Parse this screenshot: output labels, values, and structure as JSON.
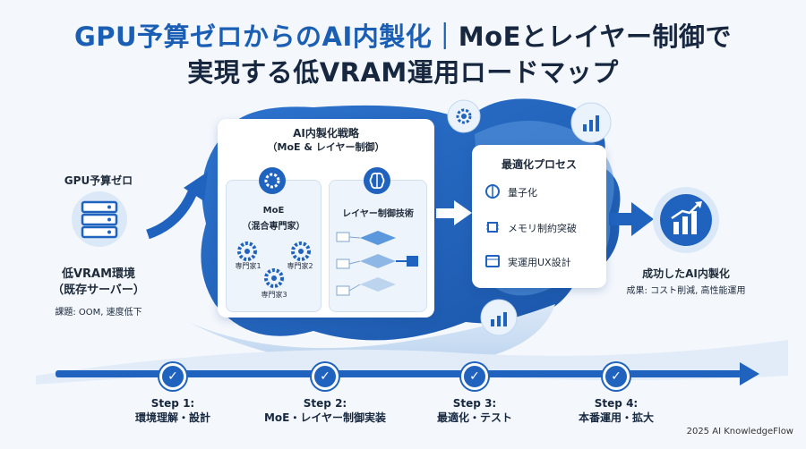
{
  "title": {
    "line1_blue": "GPU予算ゼロからのAI内製化｜",
    "line1_dark": "MoEとレイヤー制御で",
    "line2": "実現する低VRAM運用ロードマップ"
  },
  "left": {
    "heading": "GPU予算ゼロ",
    "env_line1": "低VRAM環境",
    "env_line2": "（既存サーバー）",
    "issue": "課題: OOM, 速度低下"
  },
  "strategy": {
    "title_line1": "AI内製化戦略",
    "title_line2": "（MoE & レイヤー制御）",
    "moe": {
      "title_line1": "MoE",
      "title_line2": "（混合専門家）",
      "expert1": "専門家1",
      "expert2": "専門家2",
      "expert3": "専門家3"
    },
    "layer": {
      "title": "レイヤー制御技術"
    }
  },
  "optimize": {
    "title": "最適化プロセス",
    "items": [
      {
        "label": "量子化"
      },
      {
        "label": "メモリ制約突破"
      },
      {
        "label": "実運用UX設計"
      }
    ]
  },
  "success": {
    "title": "成功したAI内製化",
    "result": "成果: コスト削減, 高性能運用"
  },
  "timeline": {
    "steps": [
      {
        "step": "Step 1:",
        "label": "環境理解・設計"
      },
      {
        "step": "Step 2:",
        "label": "MoE・レイヤー制御実装"
      },
      {
        "step": "Step 3:",
        "label": "最適化・テスト"
      },
      {
        "step": "Step 4:",
        "label": "本番運用・拡大"
      }
    ]
  },
  "footer": "2025 AI KnowledgeFlow",
  "colors": {
    "primary": "#1f63bf",
    "dark": "#16273f",
    "light_blob": "#cfe0f5"
  }
}
